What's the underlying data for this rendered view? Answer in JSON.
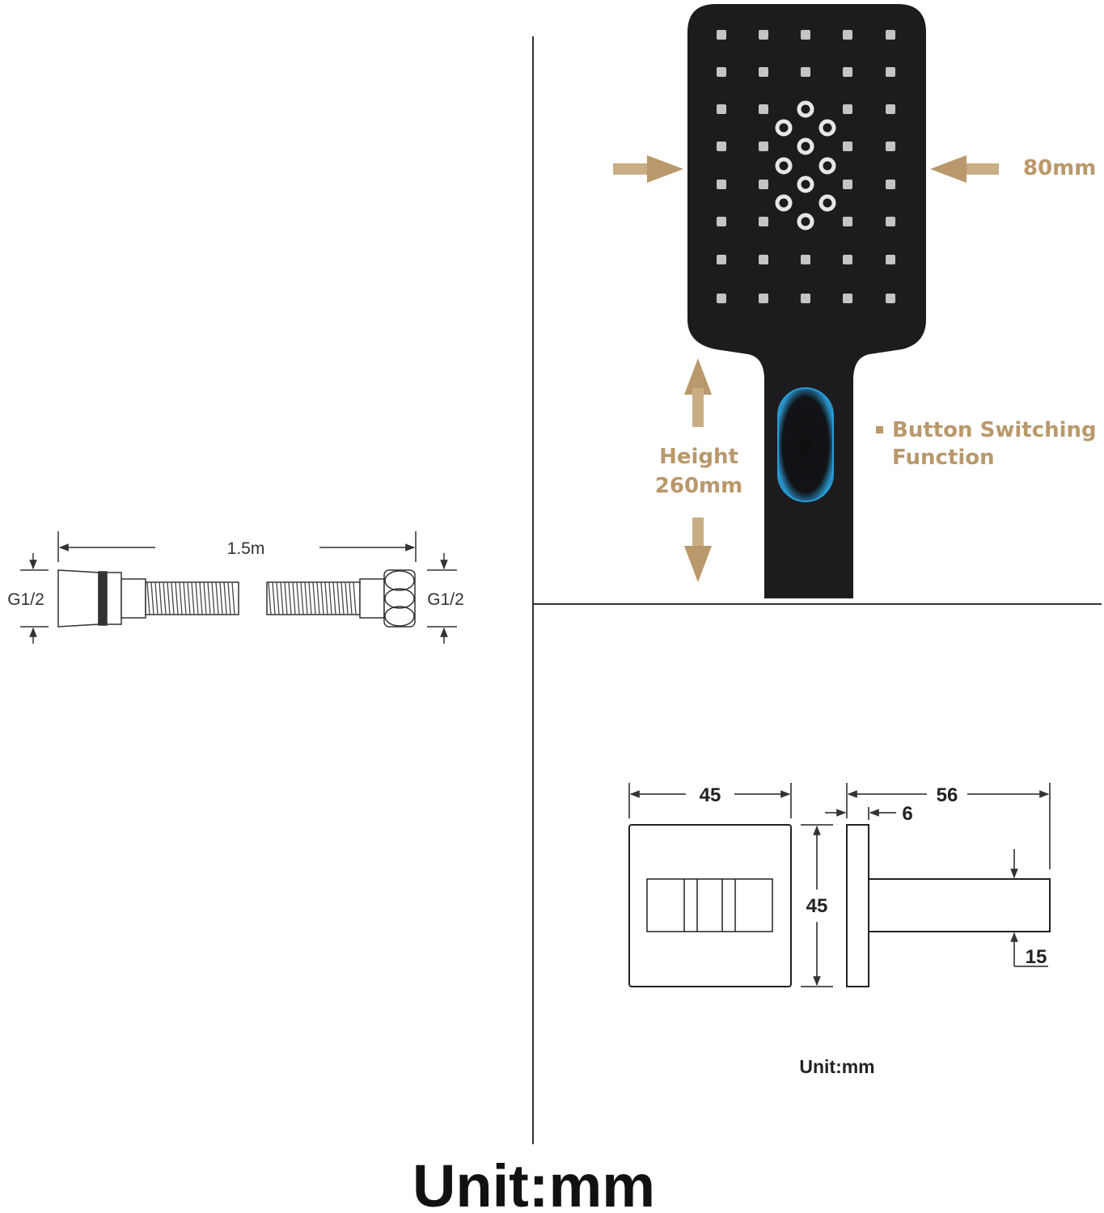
{
  "colors": {
    "gold": "#b9986b",
    "head": "#1c1c1e",
    "nozzle": "#c4c4c4",
    "button_glow": "#2a9bd6",
    "line": "#333333"
  },
  "shower_head": {
    "width_label": "80mm",
    "height_label_line1": "Height",
    "height_label_line2": "260mm",
    "button_label_line1": "Button Switching",
    "button_label_line2": "Function"
  },
  "hose": {
    "length_label": "1.5m",
    "left_thread_label": "G1/2",
    "right_thread_label": "G1/2"
  },
  "bracket": {
    "width_label": "45",
    "height_label": "45",
    "depth_label": "56",
    "plate_label": "6",
    "arm_label": "15",
    "unit_label": "Unit:mm"
  },
  "footer": {
    "unit_label": "Unit:mm"
  }
}
